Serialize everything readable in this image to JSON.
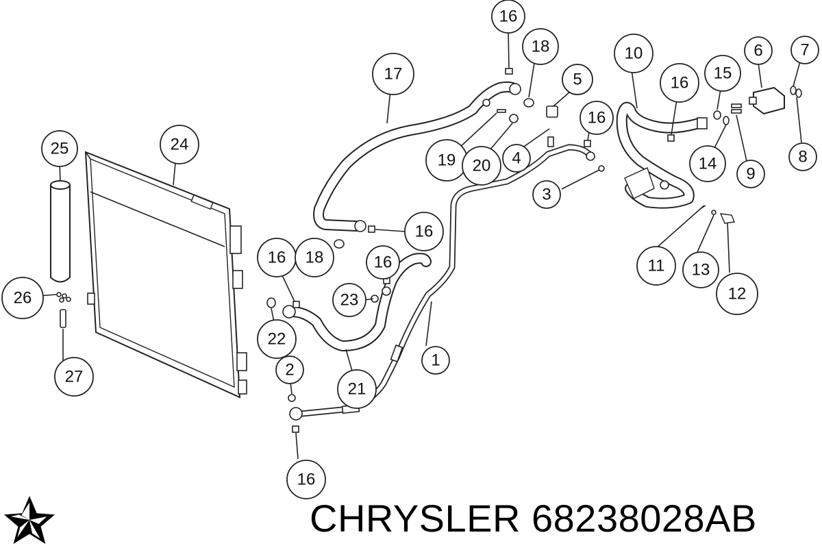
{
  "callouts": [
    {
      "label": "16"
    },
    {
      "label": "18"
    },
    {
      "label": "17"
    },
    {
      "label": "5"
    },
    {
      "label": "10"
    },
    {
      "label": "6"
    },
    {
      "label": "7"
    },
    {
      "label": "15"
    },
    {
      "label": "16"
    },
    {
      "label": "16"
    },
    {
      "label": "19"
    },
    {
      "label": "20"
    },
    {
      "label": "4"
    },
    {
      "label": "14"
    },
    {
      "label": "9"
    },
    {
      "label": "8"
    },
    {
      "label": "25"
    },
    {
      "label": "24"
    },
    {
      "label": "3"
    },
    {
      "label": "16"
    },
    {
      "label": "16"
    },
    {
      "label": "18"
    },
    {
      "label": "16"
    },
    {
      "label": "11"
    },
    {
      "label": "13"
    },
    {
      "label": "23"
    },
    {
      "label": "12"
    },
    {
      "label": "26"
    },
    {
      "label": "22"
    },
    {
      "label": "1"
    },
    {
      "label": "2"
    },
    {
      "label": "27"
    },
    {
      "label": "21"
    },
    {
      "label": "16"
    }
  ],
  "caption": {
    "text": "CHRYSLER 68238028AB"
  },
  "logo": {
    "icon": "pentastar-logo-icon",
    "color": "#000000"
  }
}
